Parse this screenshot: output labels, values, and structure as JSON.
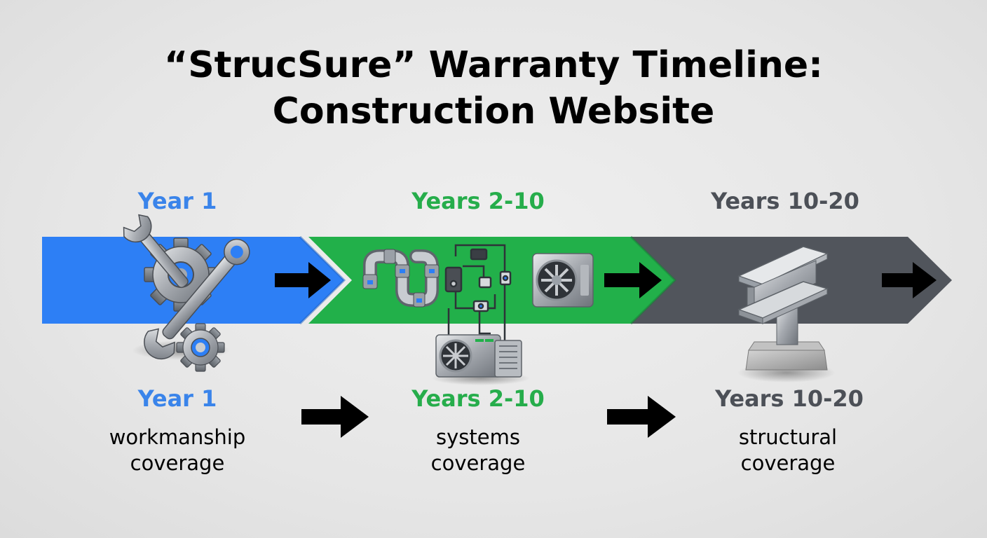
{
  "title": {
    "line1": "“StrucSure” Warranty Timeline:",
    "line2": "Construction Website"
  },
  "phases": [
    {
      "label": "Year 1",
      "desc_line1": "workmanship",
      "desc_line2": "coverage",
      "color": "#2d7ff5",
      "icon": "wrench-gear-icon"
    },
    {
      "label": "Years 2-10",
      "desc_line1": "systems",
      "desc_line2": "coverage",
      "color": "#22b04a",
      "icon": "pipes-electrical-hvac-icon"
    },
    {
      "label": "Years 10-20",
      "desc_line1": "structural",
      "desc_line2": "coverage",
      "color": "#51555c",
      "icon": "steel-beam-icon"
    }
  ]
}
